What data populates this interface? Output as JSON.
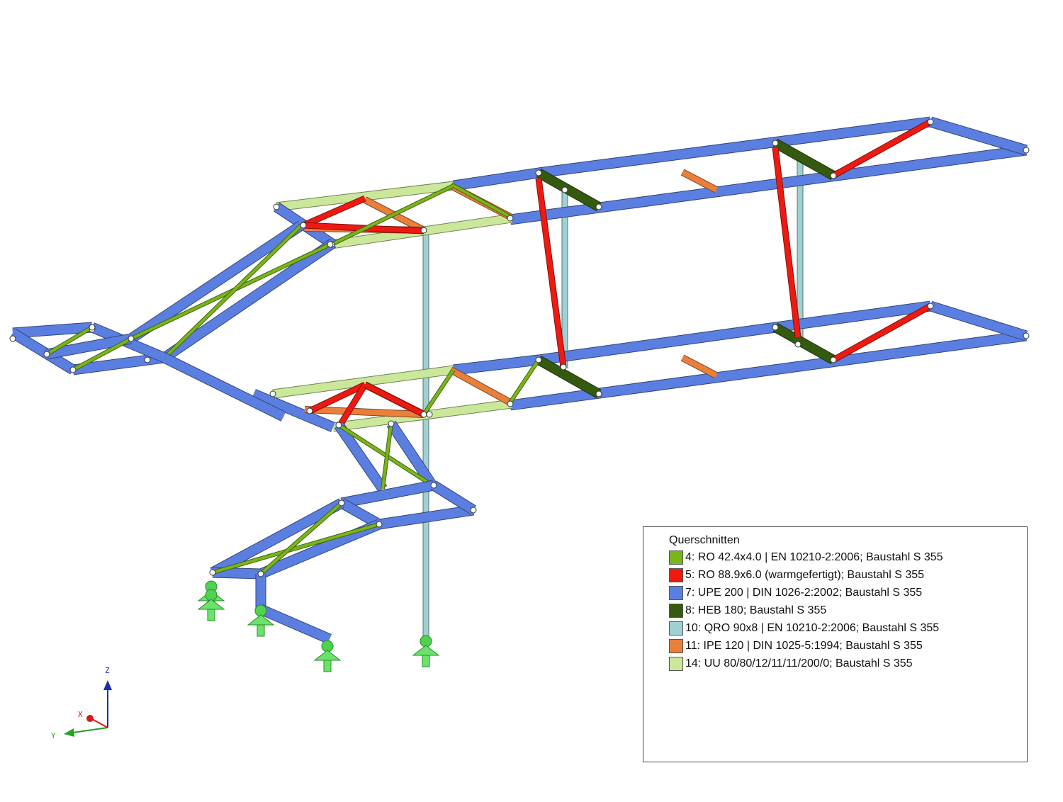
{
  "legend": {
    "title": "Querschnitten",
    "items": [
      {
        "label": "4: RO 42.4x4.0 | EN 10210-2:2006; Baustahl S 355",
        "color": "#79b51a"
      },
      {
        "label": "5: RO 88.9x6.0 (warmgefertigt); Baustahl S 355",
        "color": "#ee1a12"
      },
      {
        "label": "7: UPE 200 | DIN 1026-2:2002; Baustahl S 355",
        "color": "#5b7fe0"
      },
      {
        "label": "8: HEB 180; Baustahl S 355",
        "color": "#345a10"
      },
      {
        "label": "10: QRO 90x8 | EN 10210-2:2006; Baustahl S 355",
        "color": "#9fd0d2"
      },
      {
        "label": "11: IPE 120 | DIN 1025-5:1994; Baustahl S 355",
        "color": "#ea7f3c"
      },
      {
        "label": "14: UU 80/80/12/11/11/200/0; Baustahl S 355",
        "color": "#cbe89a"
      }
    ]
  },
  "axes": {
    "z_label": "Z",
    "x_label": "X",
    "y_label": "Y"
  }
}
